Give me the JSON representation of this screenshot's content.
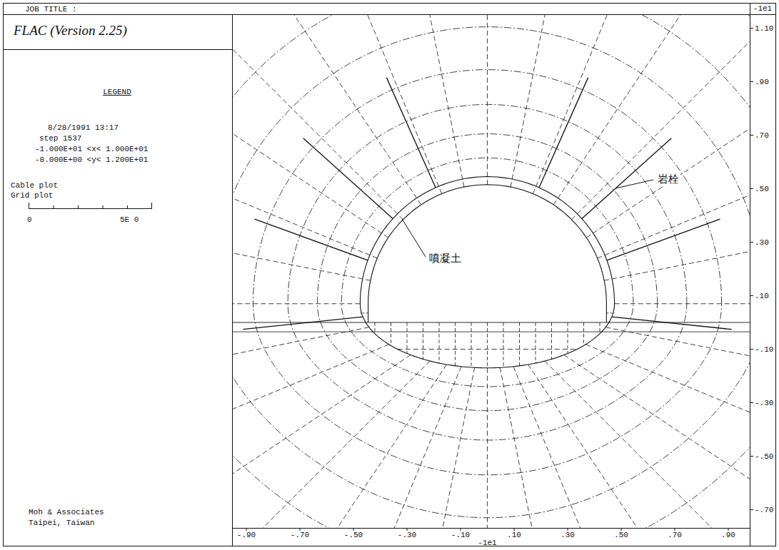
{
  "diagram": {
    "title": "JOB TITLE :",
    "nodes": [
      {
        "text": [
          "FLAC (Version 2.25)"
        ]
      },
      {
        "text": [
          "LEGEND",
          "8/28/1991 13:17",
          "step 1537",
          "-1.000E+01 <x< 1.000E+01",
          "-8.000E+00 <y< 1.200E+01",
          "Cable plot",
          "Grid plot"
        ]
      }
    ],
    "labels": [
      "0",
      "5E 0",
      "Moh & Associates",
      "Taipei, Taiwan",
      "岩栓",
      "噴凝土",
      "-1e1",
      "1.10",
      ".90",
      ".70",
      ".50",
      ".30",
      ".10",
      "-.10",
      "-.30",
      "-.50",
      "-.70",
      "-.90",
      "-.70",
      "-.50",
      "-.30",
      "-.10",
      ".10",
      ".30",
      ".50",
      ".70",
      ".90",
      "-1e1"
    ]
  }
}
